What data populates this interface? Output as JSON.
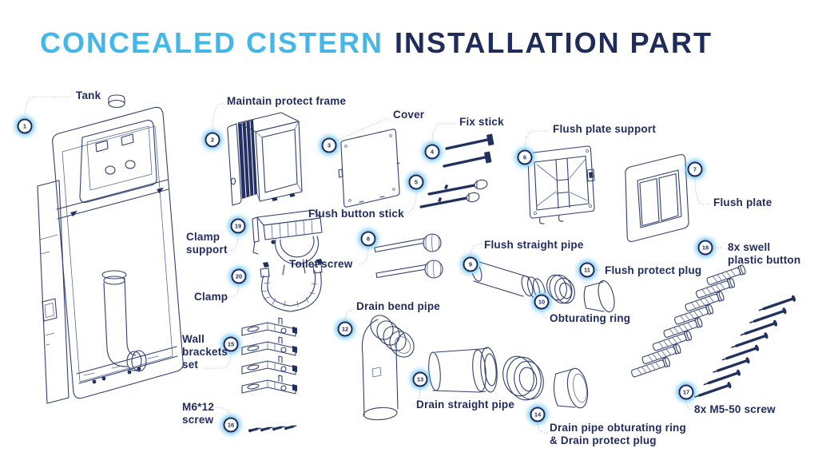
{
  "title": {
    "highlight": "CONCEALED CISTERN",
    "rest": "INSTALLATION PART"
  },
  "colors": {
    "accent_blue": "#45b6e8",
    "navy": "#1f2b5b",
    "line_art": "#31406f",
    "dark_fill": "#20305f",
    "leader_gray": "#b9c4d0",
    "background": "#ffffff"
  },
  "parts": [
    {
      "num": "1",
      "label": "Tank"
    },
    {
      "num": "2",
      "label": "Maintain protect frame"
    },
    {
      "num": "3",
      "label": "Cover"
    },
    {
      "num": "4",
      "label": "Fix stick"
    },
    {
      "num": "5",
      "label": "Flush button stick"
    },
    {
      "num": "6",
      "label": "Flush plate support"
    },
    {
      "num": "7",
      "label": "Flush plate"
    },
    {
      "num": "8",
      "label": "Toilet screw"
    },
    {
      "num": "9",
      "label": "Flush straight pipe"
    },
    {
      "num": "10",
      "label": "Obturating ring"
    },
    {
      "num": "11",
      "label": "Flush protect plug"
    },
    {
      "num": "12",
      "label": "Drain bend pipe"
    },
    {
      "num": "13",
      "label": "Drain straight pipe"
    },
    {
      "num": "14",
      "label": "Drain pipe obturating ring\n& Drain protect plug"
    },
    {
      "num": "15",
      "label": "Wall\nbrackets\nset"
    },
    {
      "num": "16",
      "label": "M6*12\nscrew"
    },
    {
      "num": "17",
      "label": "8x M5-50 screw"
    },
    {
      "num": "18",
      "label": "8x swell\nplastic button"
    },
    {
      "num": "19",
      "label": "Clamp\nsupport"
    },
    {
      "num": "20",
      "label": "Clamp"
    }
  ]
}
